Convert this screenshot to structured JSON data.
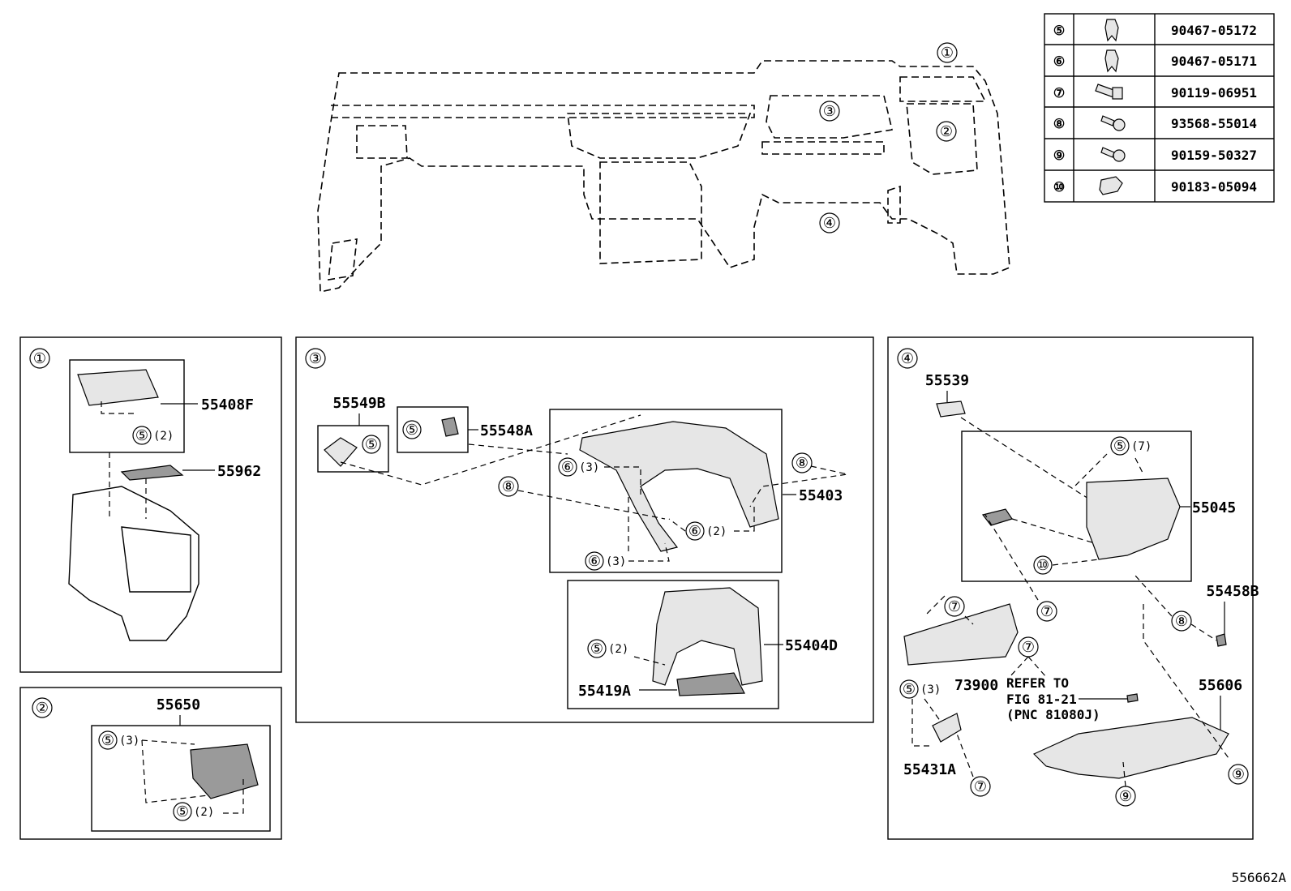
{
  "diagram_id": "556662A",
  "fastener_table": [
    {
      "ref": "⑤",
      "part_no": "90467-05172",
      "icon": "clip-icon"
    },
    {
      "ref": "⑥",
      "part_no": "90467-05171",
      "icon": "clip-icon"
    },
    {
      "ref": "⑦",
      "part_no": "90119-06951",
      "icon": "bolt-icon"
    },
    {
      "ref": "⑧",
      "part_no": "93568-55014",
      "icon": "screw-icon"
    },
    {
      "ref": "⑨",
      "part_no": "90159-50327",
      "icon": "screw-icon"
    },
    {
      "ref": "⑩",
      "part_no": "90183-05094",
      "icon": "nut-clip-icon"
    }
  ],
  "overview": {
    "callouts": [
      "①",
      "②",
      "③",
      "④"
    ]
  },
  "panel1": {
    "id": "①",
    "parts": [
      "55408F",
      "55962"
    ],
    "fastener_qty": "(2)",
    "fastener": "⑤"
  },
  "panel2": {
    "id": "②",
    "parts": [
      "55650"
    ],
    "fastener": "⑤",
    "qty_a": "(3)",
    "qty_b": "(2)"
  },
  "panel3": {
    "id": "③",
    "parts": [
      "55549B",
      "55548A",
      "55403",
      "55404D",
      "55419A"
    ],
    "c5": "⑤",
    "c6": "⑥",
    "c8": "⑧",
    "qty3": "(3)",
    "qty2": "(2)"
  },
  "panel4": {
    "id": "④",
    "parts": [
      "55539",
      "55045",
      "55458B",
      "73900",
      "55606",
      "55431A"
    ],
    "c5": "⑤",
    "c7": "⑦",
    "c8": "⑧",
    "c9": "⑨",
    "c10": "⑩",
    "qty7": "(7)",
    "qty3": "(3)",
    "refer": [
      "REFER TO",
      "FIG 81-21",
      "(PNC 81080J)"
    ]
  }
}
